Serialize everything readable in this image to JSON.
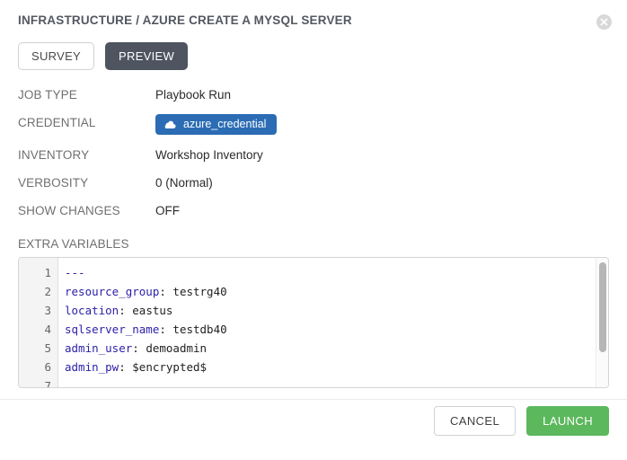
{
  "dialog": {
    "title": "INFRASTRUCTURE / AZURE CREATE A MYSQL SERVER",
    "close_icon": "close-circle-icon"
  },
  "tabs": [
    {
      "label": "SURVEY",
      "active": false
    },
    {
      "label": "PREVIEW",
      "active": true
    }
  ],
  "details": [
    {
      "label": "JOB TYPE",
      "value": "Playbook Run",
      "type": "text"
    },
    {
      "label": "CREDENTIAL",
      "value": "azure_credential",
      "type": "badge",
      "icon": "cloud-icon",
      "badge_color": "#2b6cb4"
    },
    {
      "label": "INVENTORY",
      "value": "Workshop Inventory",
      "type": "text"
    },
    {
      "label": "VERBOSITY",
      "value": "0 (Normal)",
      "type": "text"
    },
    {
      "label": "SHOW CHANGES",
      "value": "OFF",
      "type": "text"
    }
  ],
  "extra_variables": {
    "label": "EXTRA VARIABLES",
    "line_numbers": [
      "1",
      "2",
      "3",
      "4",
      "5",
      "6",
      "7"
    ],
    "lines": [
      {
        "num": "1",
        "key": "---",
        "sep": "",
        "value": ""
      },
      {
        "num": "2",
        "key": "resource_group",
        "sep": ":",
        "value": " testrg40"
      },
      {
        "num": "3",
        "key": "location",
        "sep": ":",
        "value": " eastus"
      },
      {
        "num": "4",
        "key": "sqlserver_name",
        "sep": ":",
        "value": " testdb40"
      },
      {
        "num": "5",
        "key": "admin_user",
        "sep": ":",
        "value": " demoadmin"
      },
      {
        "num": "6",
        "key": "admin_pw",
        "sep": ":",
        "value": " $encrypted$"
      },
      {
        "num": "7",
        "key": "",
        "sep": "",
        "value": ""
      }
    ]
  },
  "footer": {
    "cancel_label": "CANCEL",
    "launch_label": "LAUNCH",
    "launch_color": "#5cb85c"
  }
}
